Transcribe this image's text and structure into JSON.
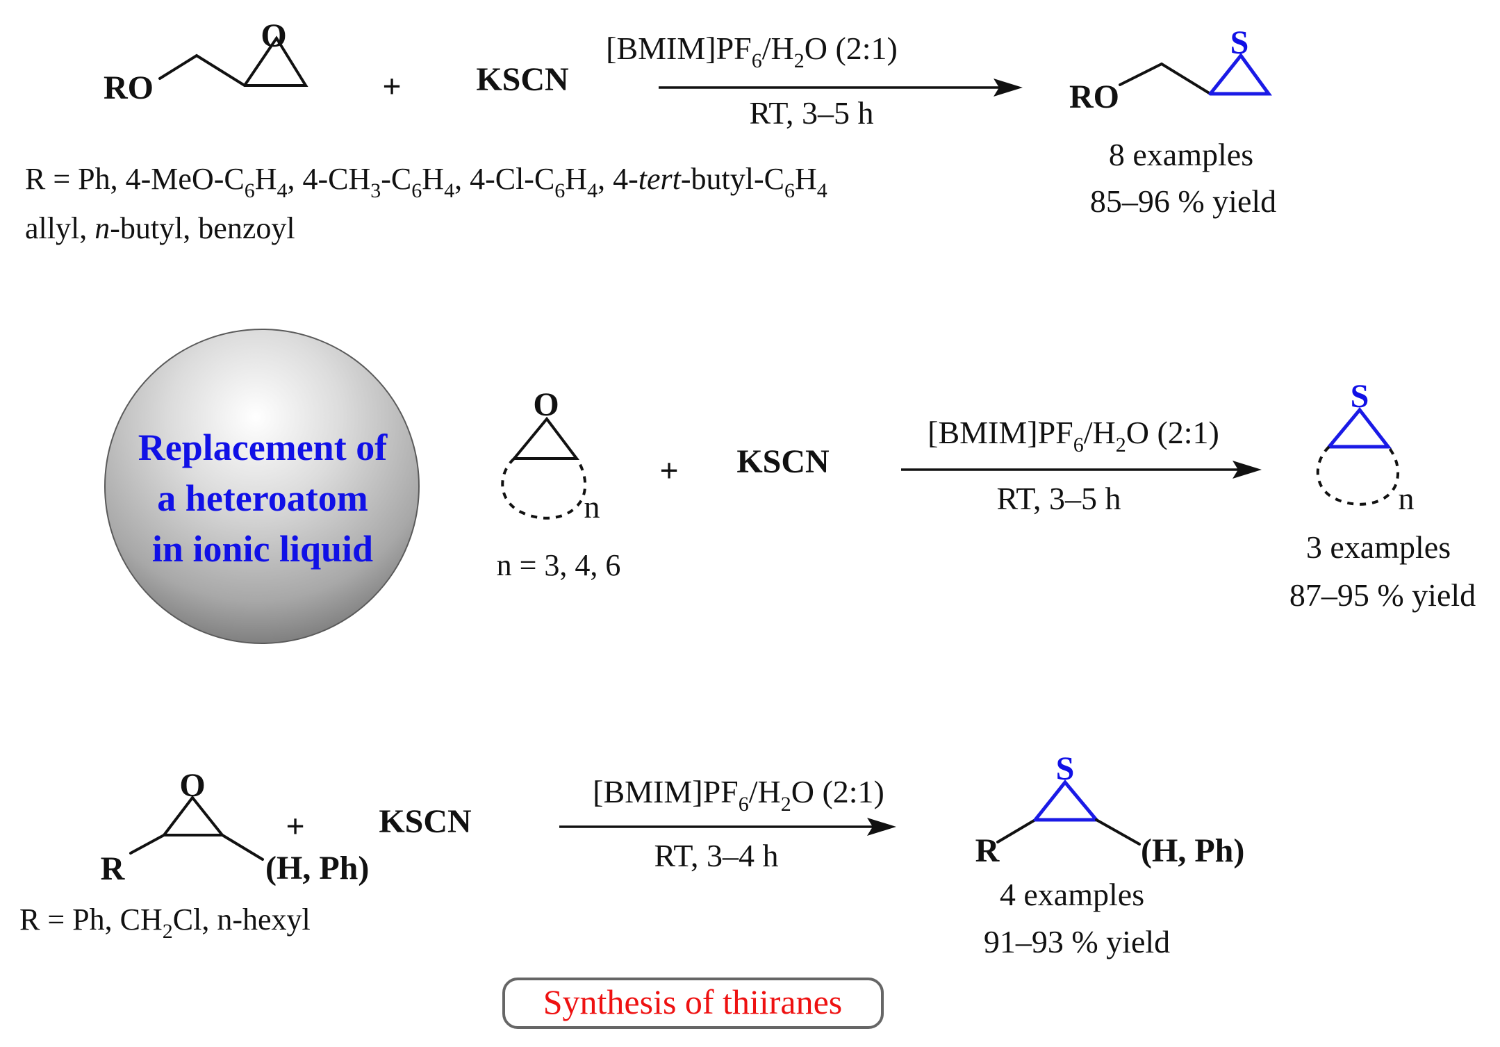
{
  "r1": {
    "sub_O": "O",
    "sub_RO": "RO",
    "plus": "+",
    "reagent": "KSCN",
    "cond_pre": "[BMIM]PF",
    "cond_s1": "6",
    "cond_mid": "/H",
    "cond_s2": "2",
    "cond_post": "O (2:1)",
    "cond_bottom": "RT, 3–5 h",
    "prod_S": "S",
    "prod_RO": "RO",
    "examples": "8 examples",
    "yield": "85–96 % yield",
    "rdef1": {
      "a": "R = Ph, 4-MeO-C",
      "a6": "6",
      "b": "H",
      "b4": "4",
      "c": ", 4-CH",
      "c3": "3",
      "d": "-C",
      "d6": "6",
      "e": "H",
      "e4": "4",
      "f": ", 4-Cl-C",
      "f6": "6",
      "g": "H",
      "g4": "4",
      "h": ", 4-",
      "tert": "tert",
      "i": "-butyl-C",
      "i6": "6",
      "j": "H",
      "j4": "4"
    },
    "rdef2": {
      "a": "allyl, ",
      "n": "n",
      "b": "-butyl, benzoyl"
    }
  },
  "sphere": {
    "line1": "Replacement of",
    "line2": "a heteroatom",
    "line3": "in ionic liquid"
  },
  "r2": {
    "sub_O": "O",
    "sub_n": "n",
    "plus": "+",
    "reagent": "KSCN",
    "cond_pre": "[BMIM]PF",
    "cond_s1": "6",
    "cond_mid": "/H",
    "cond_s2": "2",
    "cond_post": "O (2:1)",
    "cond_bottom": "RT, 3–5 h",
    "prod_S": "S",
    "prod_n": "n",
    "ndef": "n = 3, 4, 6",
    "examples": "3 examples",
    "yield": "87–95 % yield"
  },
  "r3": {
    "sub_O": "O",
    "sub_R": "R",
    "sub_HPh": "(H, Ph)",
    "plus": "+",
    "reagent": "KSCN",
    "cond_pre": "[BMIM]PF",
    "cond_s1": "6",
    "cond_mid": "/H",
    "cond_s2": "2",
    "cond_post": "O (2:1)",
    "cond_bottom": "RT, 3–4 h",
    "prod_S": "S",
    "prod_R": "R",
    "prod_HPh": "(H, Ph)",
    "rdef": {
      "a": "R = Ph, CH",
      "a2": "2",
      "b": "Cl, n-hexyl"
    },
    "examples": "4 examples",
    "yield": "91–93 % yield"
  },
  "badge": {
    "label": "Synthesis of thiiranes"
  },
  "colors": {
    "sulfur": "#1010e6",
    "sphere_text": "#1010e6",
    "badge_text": "#ee1111"
  }
}
